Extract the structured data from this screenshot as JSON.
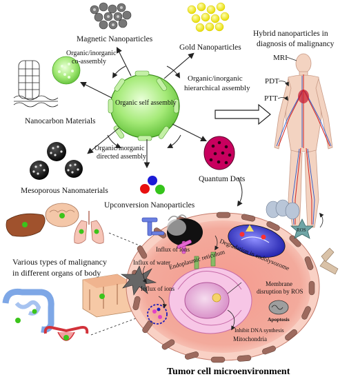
{
  "labels": {
    "magnetic": "Magnetic Nanoparticles",
    "gold": "Gold Nanoparticles",
    "co_assembly_1": "Organic/inorganic",
    "co_assembly_2": "co-assembly",
    "nanocarbon": "Nanocarbon Materials",
    "self_assembly": "Organic self assembly",
    "hierarchical_1": "Organic/inorganic",
    "hierarchical_2": "hierarchical assembly",
    "directed_1": "Organic/inorganic",
    "directed_2": "directed assembly",
    "mesoporous": "Mesoporous Nanomaterials",
    "upconversion": "Upconversion Nanoparticles",
    "quantum_dots": "Quantum Dots",
    "hybrid_1": "Hybrid nanoparticles in",
    "hybrid_2": "diagnosis of malignancy",
    "mri": "MRI",
    "pdt": "PDT",
    "ptt": "PTT",
    "various_1": "Various types of malignancy",
    "various_2": "in different organs of body",
    "influx_ions_top": "Influx of ions",
    "influx_water": "Influx of water",
    "influx_ions_left": "Influx of ions",
    "er": "Endoplasmic reticulum",
    "degradation": "Degradation in endolysozome",
    "ros": "ROS",
    "membrane_1": "Membrane",
    "membrane_2": "disruption by ROS",
    "apoptosis": "Apoptosis",
    "inhibit_dna": "Inhibit DNA synthesis",
    "mitochondria": "Mitochondria",
    "title": "Tumor cell microenvironment"
  },
  "colors": {
    "green_sphere": "#9be36a",
    "gold": "#f5f000",
    "cell_outer": "#f6b5a6",
    "cell_inner": "#f48f86",
    "nucleus": "#e8a7d6",
    "quantum": "#cc0066",
    "endo": "#3a3ad0"
  }
}
